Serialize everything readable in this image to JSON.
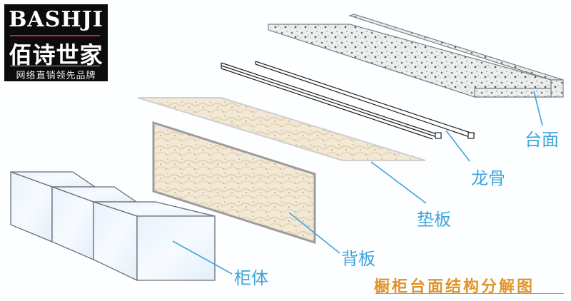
{
  "logo": {
    "brand": "BASHJI",
    "name_cn": "佰诗世家",
    "slogan": "网络直销领先品牌"
  },
  "parts": [
    {
      "id": "countertop",
      "label": "台面"
    },
    {
      "id": "keel",
      "label": "龙骨"
    },
    {
      "id": "backing-pad",
      "label": "垫板"
    },
    {
      "id": "back-panel",
      "label": "背板"
    },
    {
      "id": "cabinet-body",
      "label": "柜体"
    }
  ],
  "title": "橱柜台面结构分解图",
  "colors": {
    "label": "#3ea4db",
    "title": "#e0952b",
    "logo_bg": "#0c0c0c"
  }
}
